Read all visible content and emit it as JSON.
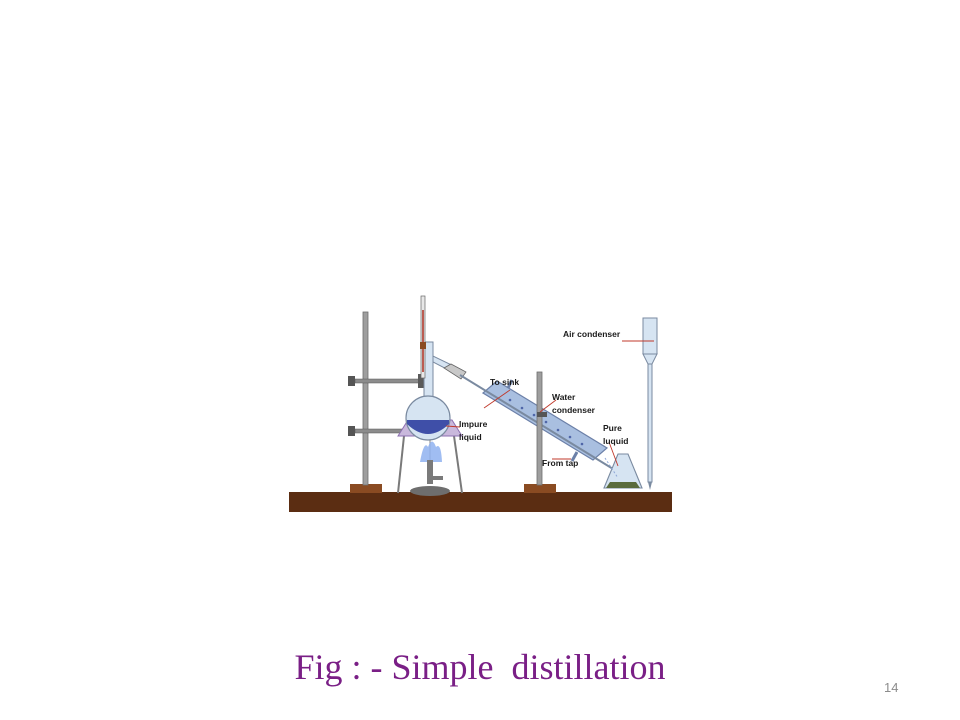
{
  "figure": {
    "labels": {
      "air_condenser": "Air condenser",
      "to_sink": "To sink",
      "water_condenser_line1": "Water",
      "water_condenser_line2": "condenser",
      "impure_liquid_line1": "Impure",
      "impure_liquid_line2": "liquid",
      "pure_liquid_line1": "Pure",
      "pure_liquid_line2": "luquid",
      "from_tap": "From tap"
    },
    "colors": {
      "bench": "#5b2d12",
      "stand_base": "#8a4b22",
      "rod": "#9e9e9e",
      "glass": "#d6e4f2",
      "glass_stroke": "#7a8aa0",
      "liquid": "#3f4fa8",
      "condenser_water": "#a9bfe0",
      "gauze": "#c9b8dc",
      "flame": "#8fb2f0",
      "pointer_line": "#c0392b"
    }
  },
  "caption": "Fig : - Simple  distillation",
  "page_number": "14"
}
